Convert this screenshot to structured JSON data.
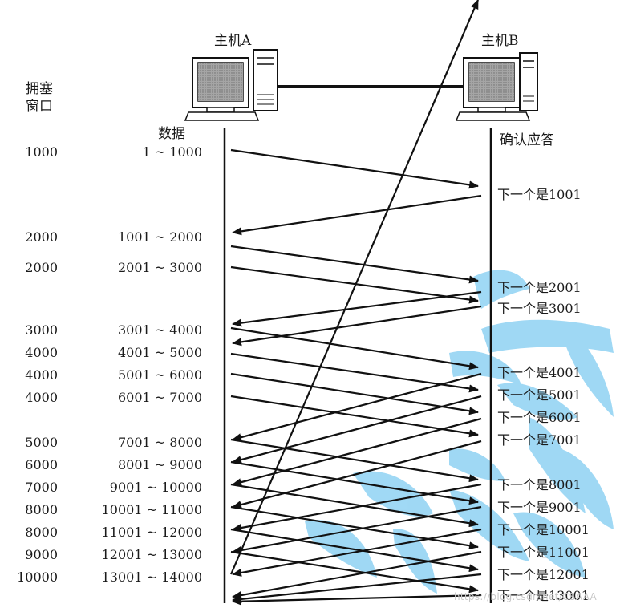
{
  "labels": {
    "host_a": "主机A",
    "host_b": "主机B",
    "cwnd_line1": "拥塞",
    "cwnd_line2": "窗口",
    "data_header": "数据",
    "ack_header": "确认应答",
    "watermark": "https://blog.csdn.net/CSAAA"
  },
  "rows": [
    {
      "cwnd": "1000",
      "data": "1 ~ 1000"
    },
    {
      "cwnd": "2000",
      "data": "1001 ~ 2000"
    },
    {
      "cwnd": "2000",
      "data": "2001 ~ 3000"
    },
    {
      "cwnd": "3000",
      "data": "3001 ~ 4000"
    },
    {
      "cwnd": "4000",
      "data": "4001 ~ 5000"
    },
    {
      "cwnd": "4000",
      "data": "5001 ~ 6000"
    },
    {
      "cwnd": "4000",
      "data": "6001 ~ 7000"
    },
    {
      "cwnd": "5000",
      "data": "7001 ~ 8000"
    },
    {
      "cwnd": "6000",
      "data": "8001 ~ 9000"
    },
    {
      "cwnd": "7000",
      "data": "9001 ~ 10000"
    },
    {
      "cwnd": "8000",
      "data": "10001 ~ 11000"
    },
    {
      "cwnd": "8000",
      "data": "11001 ~ 12000"
    },
    {
      "cwnd": "9000",
      "data": "12001 ~ 13000"
    },
    {
      "cwnd": "10000",
      "data": "13001 ~ 14000"
    }
  ],
  "acks": [
    "下一个是1001",
    "下一个是2001",
    "下一个是3001",
    "下一个是4001",
    "下一个是5001",
    "下一个是6001",
    "下一个是7001",
    "下一个是8001",
    "下一个是9001",
    "下一个是10001",
    "下一个是11001",
    "下一个是12001",
    "下一个是13001"
  ],
  "colors": {
    "ink": "#1a1a1a",
    "watermark_blue": "#7cc8ef"
  },
  "icons": [
    "computer-a-icon",
    "computer-b-icon",
    "network-cable"
  ]
}
